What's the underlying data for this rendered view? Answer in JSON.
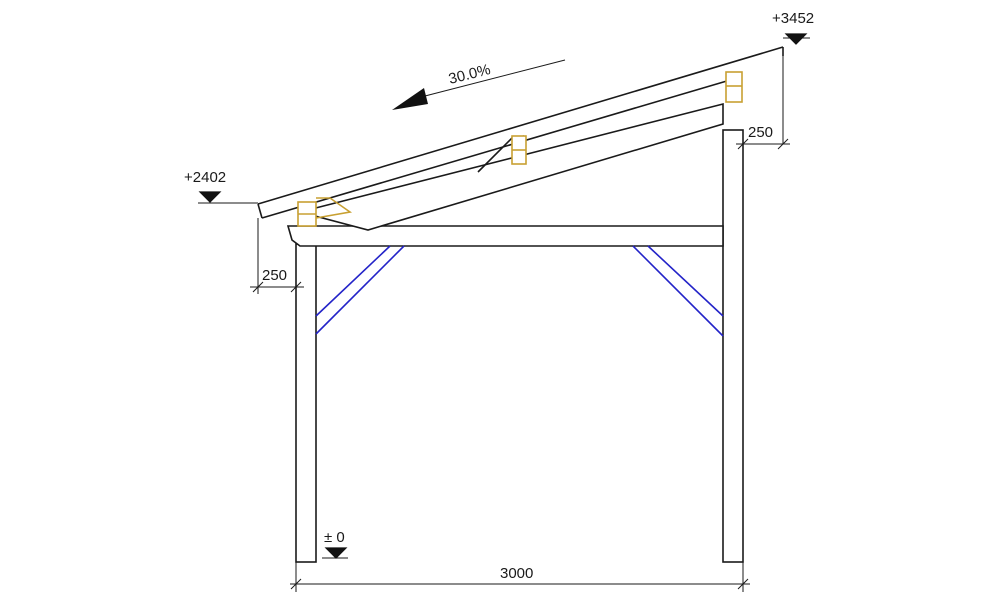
{
  "elevations": {
    "ridge": "+3452",
    "eave": "+2402",
    "ground": "± 0"
  },
  "dimensions": {
    "span": "3000",
    "overhang_left": "250",
    "overhang_right": "250"
  },
  "roof": {
    "slope": "30.0%"
  },
  "colors": {
    "line": "#1a1a1a",
    "brace": "#2323c8",
    "connector": "#c8a032"
  }
}
